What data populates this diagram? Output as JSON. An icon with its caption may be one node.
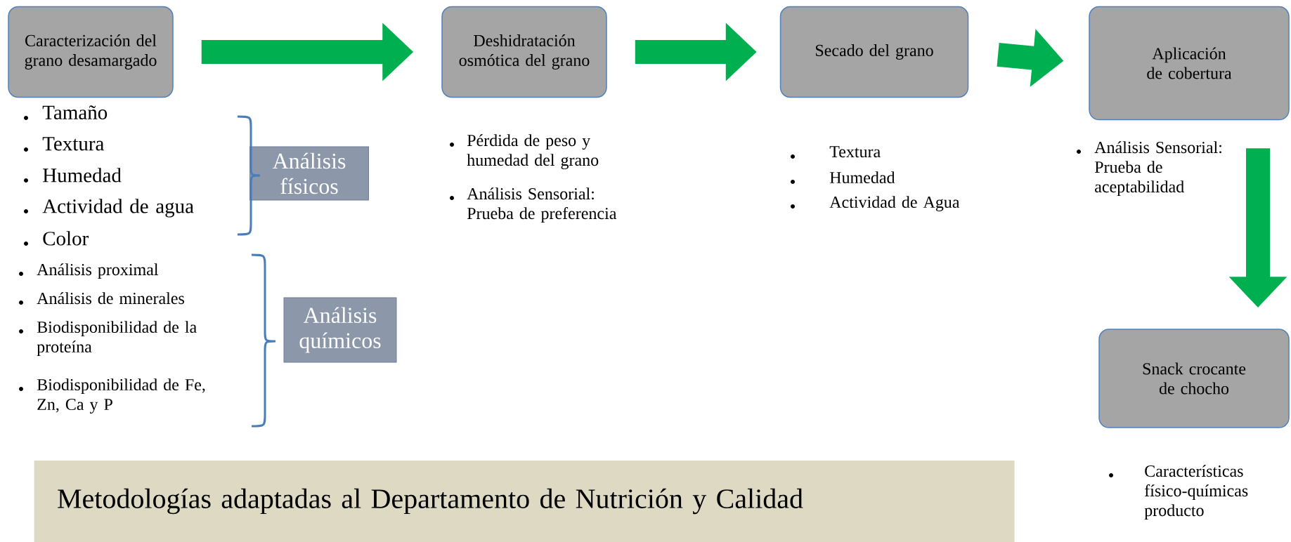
{
  "diagram": {
    "nodes": [
      {
        "text": [
          "Caracterización del grano desamargado"
        ]
      },
      {
        "text": [
          "Deshidratación osmótica del grano"
        ],
        "beside": [
          "Pérdida de peso y humedad del grano",
          "Análisis Sensorial: Prueba de preferencia"
        ]
      },
      {
        "text": [
          "Secado del grano"
        ],
        "beside": [
          "Textura",
          "Humedad",
          "Actividad de Agua"
        ]
      },
      {
        "text": [
          "Aplicación de cobertura"
        ],
        "beside": [
          "Análisis Sensorial: Prueba de aceptabilidad"
        ]
      },
      {
        "text": [
          "Snack crocante de chocho"
        ],
        "beside": [
          "Características físico-químicas producto"
        ]
      },
      {
        "text": [
          "Análisis físicos"
        ],
        "beside": [
          "Tamaño",
          "Textura",
          "Humedad",
          "Actividad de agua",
          "Color"
        ]
      },
      {
        "text": [
          "Análisis químicos"
        ],
        "beside": [
          "Análisis proximal",
          "Análisis de minerales",
          "Biodisponibilidad de la proteína",
          "Biodisponibilidad de Fe, Zn, Ca y P"
        ]
      },
      {
        "text": [
          "Metodologías adaptadas al Departamento de Nutrición y Calidad"
        ]
      }
    ],
    "edges": [
      {
        "from": 0,
        "to": 1,
        "arrow": "to"
      },
      {
        "from": 1,
        "to": 2,
        "arrow": "to"
      },
      {
        "from": 2,
        "to": 3,
        "arrow": "to"
      },
      {
        "from": 3,
        "to": 4,
        "arrow": "to"
      }
    ]
  }
}
